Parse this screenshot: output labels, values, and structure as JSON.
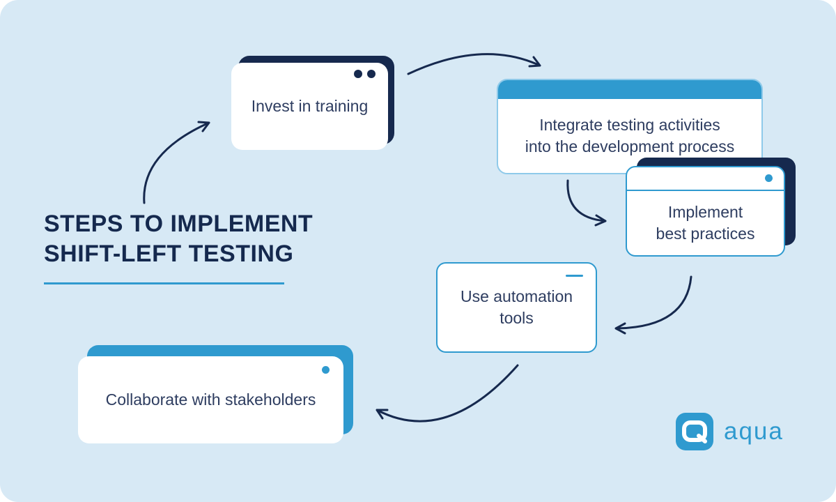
{
  "colors": {
    "background": "#D7E9F5",
    "navy": "#16294E",
    "accent_blue": "#2F9ACF",
    "card_text": "#2E3D60",
    "card_fill": "#FFFFFF"
  },
  "title": {
    "line1": "STEPS TO IMPLEMENT",
    "line2": "SHIFT-LEFT TESTING"
  },
  "steps": [
    {
      "label": "Invest in training"
    },
    {
      "label": "Integrate testing activities\ninto the development process"
    },
    {
      "label": "Implement\nbest practices"
    },
    {
      "label": "Use automation\ntools"
    },
    {
      "label": "Collaborate with stakeholders"
    }
  ],
  "logo": {
    "text": "aqua",
    "icon": "aqua-q-icon"
  }
}
